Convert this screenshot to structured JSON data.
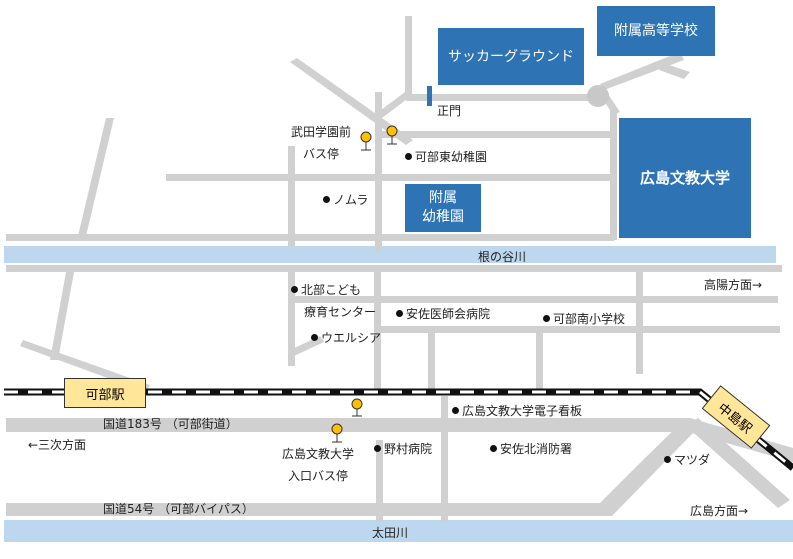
{
  "map": {
    "buildings": {
      "soccer_ground": "サッカーグラウンド",
      "high_school": "附属高等学校",
      "university": "広島文教大学",
      "kindergarten": "附属\n幼稚園"
    },
    "gate": "正門",
    "bus_stops": {
      "takeda": [
        "武田学園前",
        "バス停"
      ],
      "entrance": [
        "広島文教大学",
        "入口バス停"
      ]
    },
    "landmarks": {
      "kabe_higashi_kindergarten": "可部東幼稚園",
      "nomura": "ノムラ",
      "hokubu_center": [
        "北部こども",
        "療育センター"
      ],
      "aki_hospital": "安佐医師会病院",
      "kabe_minami_school": "可部南小学校",
      "welcia": "ウエルシア",
      "signboard": "広島文教大学電子看板",
      "nomura_hospital": "野村病院",
      "asakita_fire": "安佐北消防署",
      "mazda": "マツダ"
    },
    "rivers": {
      "nenotani": "根の谷川",
      "ota": "太田川"
    },
    "roads": {
      "route183": "国道183号 （可部街道）",
      "route54": "国道54号 （可部バイパス）"
    },
    "directions": {
      "takaya": "高陽方面→",
      "miyoshi": "←三次方面",
      "hiroshima": "広島方面→"
    },
    "stations": {
      "kabe": "可部駅",
      "nakashima": "中島駅"
    },
    "colors": {
      "building": "#2e74b5",
      "river": "#bdd7ee",
      "road": "#d0d0d0",
      "station": "#ffe699",
      "bus_stop": "#ffc000"
    }
  }
}
